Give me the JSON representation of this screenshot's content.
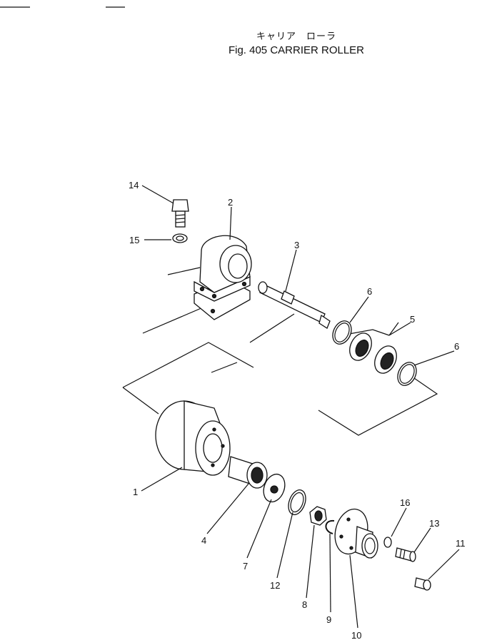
{
  "title": {
    "japanese": "キャリア　ローラ",
    "english": "Fig. 405 CARRIER ROLLER"
  },
  "part_numbers": [
    "1",
    "2",
    "3",
    "4",
    "5",
    "6",
    "6",
    "7",
    "8",
    "9",
    "10",
    "11",
    "12",
    "13",
    "14",
    "15",
    "16"
  ]
}
